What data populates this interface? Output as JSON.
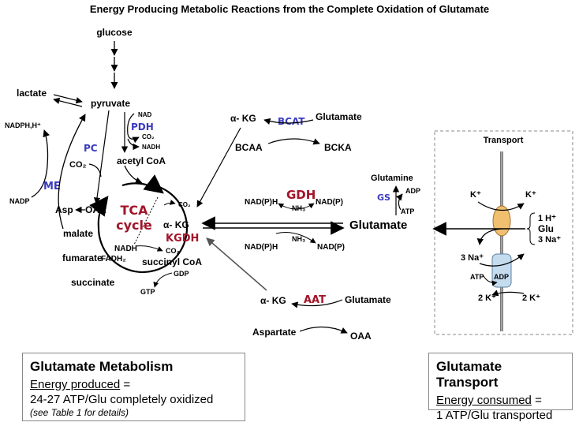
{
  "title": "Energy Producing Metabolic Reactions from the Complete Oxidation of Glutamate",
  "metabolites": {
    "glucose": "glucose",
    "lactate": "lactate",
    "pyruvate": "pyruvate",
    "acetyl_coa": "acetyl CoA",
    "nadph_h": "NADPH,H⁺",
    "nadp": "NADP",
    "co2": "CO₂",
    "co2_small": "CO₂",
    "nad": "NAD",
    "nadh": "NADH",
    "asp": "Asp",
    "oaa": "OAA",
    "malate": "malate",
    "fumarate": "fumarate",
    "fadh2": "FADH₂",
    "succinate": "succinate",
    "succinyl_coa": "succinyl CoA",
    "gdp": "GDP",
    "gtp": "GTP",
    "alpha_kg": "α- KG",
    "glutamate": "Glutamate",
    "glutamate_big": "Glutamate",
    "bcaa": "BCAA",
    "bcka": "BCKA",
    "glutamine": "Glutamine",
    "adp": "ADP",
    "atp": "ATP",
    "nad_p_h": "NAD(P)H",
    "nad_p": "NAD(P)",
    "nh3": "NH₃",
    "aspartate": "Aspartate"
  },
  "enzymes": {
    "pdh": "PDH",
    "pc": "PC",
    "me": "ME",
    "tca1": "TCA",
    "tca2": "cycle",
    "kgdh": "KGDH",
    "bcat": "BCAT",
    "gdh": "GDH",
    "gs": "GS",
    "aat": "AAT"
  },
  "transport": {
    "title": "Transport",
    "k_plus": "K⁺",
    "h_plus": "1 H⁺",
    "glu": "Glu",
    "na_in": "3 Na⁺",
    "na_out": "3 Na⁺",
    "atp": "ATP",
    "adp": "ADP",
    "k2_in": "2 K⁺",
    "k2_out": "2 K⁺"
  },
  "boxes": {
    "metabolism": {
      "title": "Glutamate Metabolism",
      "line1": "Energy produced",
      "line1_suffix": " =",
      "line2": "24-27 ATP/Glu completely oxidized",
      "note": "(see Table 1 for details)"
    },
    "transport": {
      "title": "Glutamate Transport",
      "line1": "Energy consumed",
      "line1_suffix": " =",
      "line2": "1 ATP/Glu transported"
    }
  },
  "colors": {
    "enzyme_blue": "#3b3bbf",
    "enzyme_red": "#a3142a",
    "transporter_orange": "#f0c070",
    "transporter_blue": "#c5dcef"
  }
}
